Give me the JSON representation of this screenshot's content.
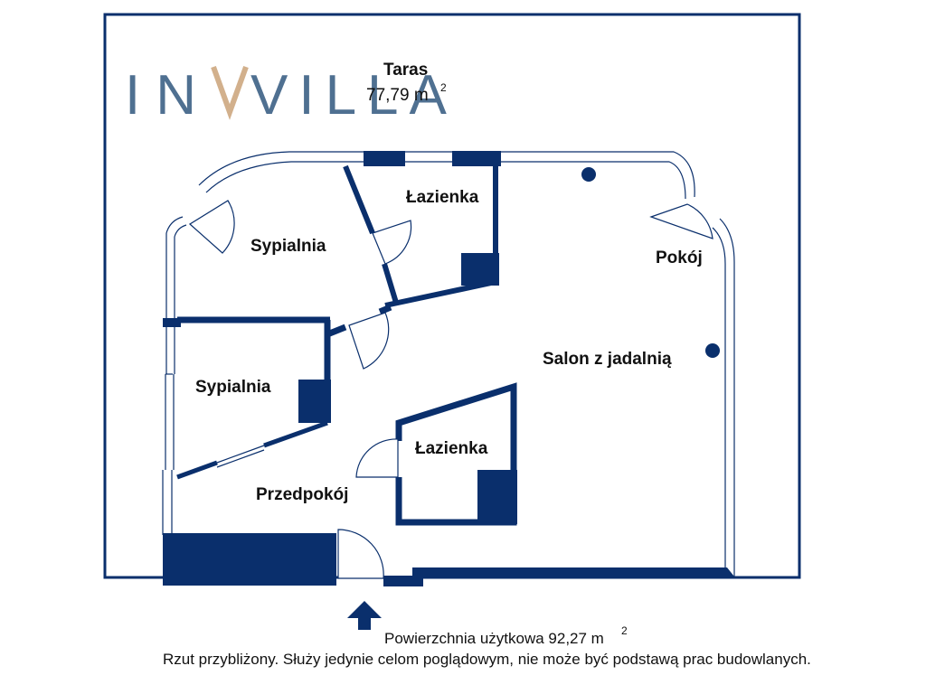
{
  "brand": {
    "part1": "IN",
    "part2": "VILLA"
  },
  "terrace": {
    "name": "Taras",
    "area": "77,79 m",
    "area_sup": "2"
  },
  "rooms": {
    "bedroom_top": "Sypialnia",
    "bathroom_top": "Łazienka",
    "room_right": "Pokój",
    "living": "Salon z jadalnią",
    "bedroom_left": "Sypialnia",
    "bathroom_center": "Łazienka",
    "hallway": "Przedpokój"
  },
  "footer": {
    "usable_area": "Powierzchnia użytkowa 92,27 m",
    "usable_area_sup": "2",
    "disclaimer": "Rzut przybliżony. Służy jedynie celom poglądowym, nie może być podstawą prac budowlanych."
  },
  "colors": {
    "wall": "#0a2f6c",
    "logo_text": "#4f7091",
    "logo_accent": "#d2b08c"
  }
}
